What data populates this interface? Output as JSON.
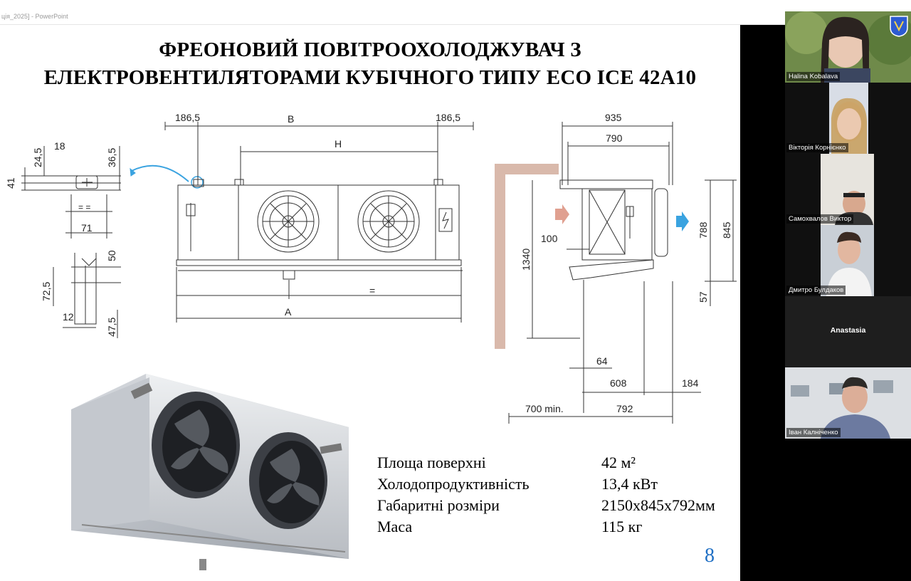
{
  "app": {
    "window_title": "ція_2025] - PowerPoint"
  },
  "slide": {
    "title_line1": "ФРЕОНОВИЙ ПОВІТРООХОЛОДЖУВАЧ З",
    "title_line2": "ЕЛЕКТРОВЕНТИЛЯТОРАМИ КУБІЧНОГО ТИПУ ECO ICE 42A10",
    "page_number": "8",
    "dimensions": {
      "front": [
        "186,5",
        "B",
        "186,5",
        "H",
        "=",
        "A"
      ],
      "detail_top": [
        "18",
        "24,5",
        "36,5",
        "41",
        "= =",
        "71"
      ],
      "detail_bottom": [
        "50",
        "72,5",
        "12",
        "47,5"
      ],
      "side": [
        "935",
        "790",
        "100",
        "1340",
        "788",
        "845",
        "57",
        "64",
        "608",
        "184",
        "700 min.",
        "792"
      ]
    },
    "specs": [
      {
        "label": "Площа поверхні",
        "value": "42 м²"
      },
      {
        "label": "Холодопродуктивність",
        "value": "13,4 кВт"
      },
      {
        "label": "Габаритні розміри",
        "value": "2150x845x792мм"
      },
      {
        "label": "Маса",
        "value": "115 кг"
      }
    ]
  },
  "participants": [
    {
      "name": "Halina Kobalava"
    },
    {
      "name": "Вікторія Корнієнко"
    },
    {
      "name": "Самохвалов Виктор"
    },
    {
      "name": "Дмитро Булдаков"
    },
    {
      "name": "Anastasia"
    },
    {
      "name": "Іван Калніченко"
    }
  ],
  "colors": {
    "wall": "#d9b9ab",
    "airflow_in": "#e0a090",
    "airflow_out": "#3aa3e0",
    "page_number": "#1f6fc4"
  }
}
